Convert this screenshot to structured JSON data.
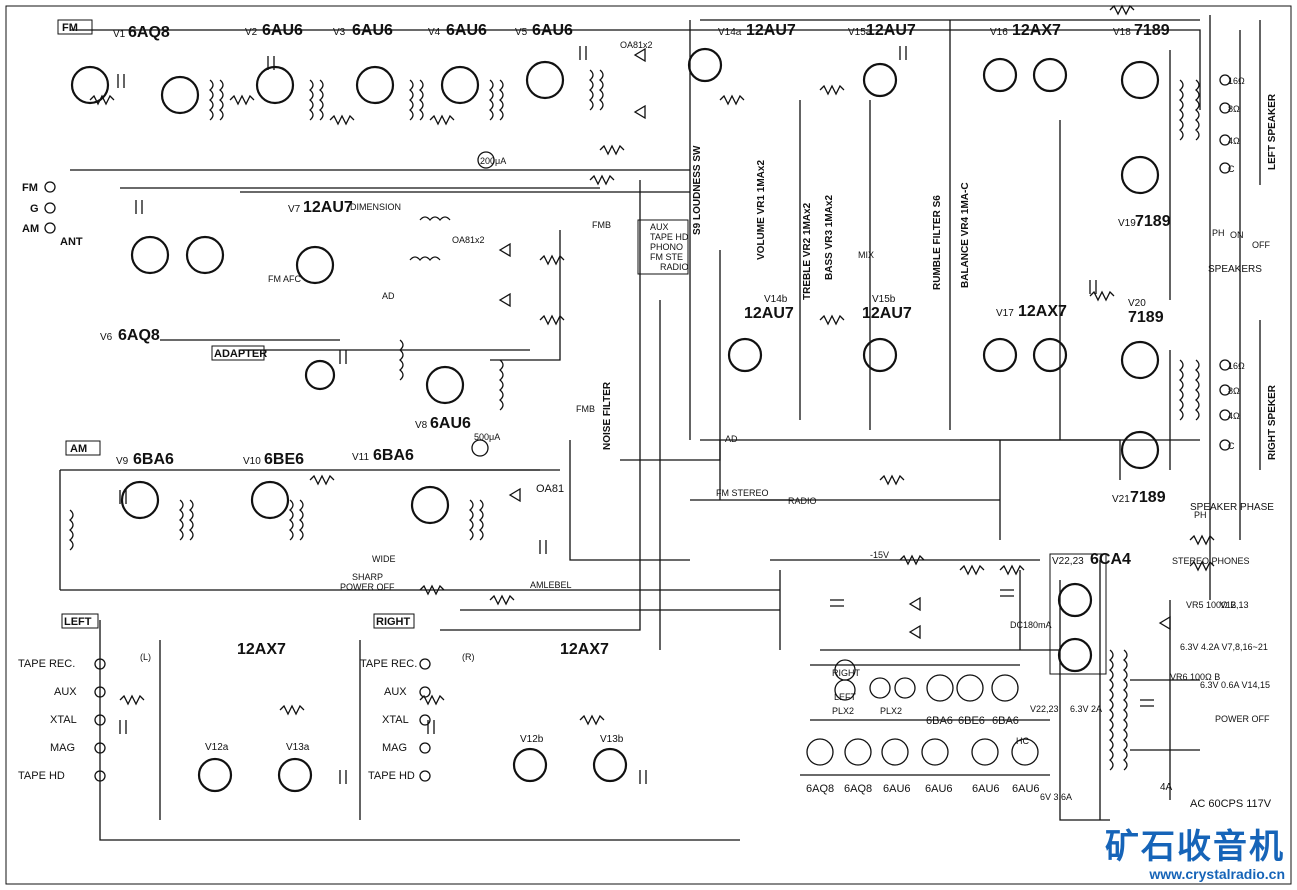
{
  "sections": {
    "fm": "FM",
    "am": "AM",
    "adapter": "ADAPTER",
    "left": "LEFT",
    "right": "RIGHT"
  },
  "tubes": [
    {
      "num": "V1",
      "type": "6AQ8"
    },
    {
      "num": "V2",
      "type": "6AU6"
    },
    {
      "num": "V3",
      "type": "6AU6"
    },
    {
      "num": "V4",
      "type": "6AU6"
    },
    {
      "num": "V5",
      "type": "6AU6"
    },
    {
      "num": "V6",
      "type": "6AQ8"
    },
    {
      "num": "V7",
      "type": "12AU7"
    },
    {
      "num": "V8",
      "type": "6AU6"
    },
    {
      "num": "V9",
      "type": "6BA6"
    },
    {
      "num": "V10",
      "type": "6BE6"
    },
    {
      "num": "V11",
      "type": "6BA6"
    },
    {
      "num": "V14a",
      "type": "12AU7"
    },
    {
      "num": "V15a",
      "type": "12AU7"
    },
    {
      "num": "V16",
      "type": "12AX7"
    },
    {
      "num": "V18",
      "type": "7189"
    },
    {
      "num": "V19",
      "type": "7189"
    },
    {
      "num": "V14b",
      "type": "12AU7"
    },
    {
      "num": "V15b",
      "type": "12AU7"
    },
    {
      "num": "V17",
      "type": "12AX7"
    },
    {
      "num": "V20",
      "type": "7189"
    },
    {
      "num": "V21",
      "type": "7189"
    },
    {
      "num": "V22,23",
      "type": "6CA4"
    },
    {
      "num": "",
      "type": "12AX7"
    },
    {
      "num": "",
      "type": "12AX7"
    }
  ],
  "labels": {
    "ant_fm": "FM",
    "ant_g": "G",
    "ant_am": "AM",
    "ant": "ANT",
    "oa81x2_top": "OA81x2",
    "oa81x2_mid": "OA81x2",
    "oa81": "OA81",
    "dimension": "DIMENSION",
    "fm_afc": "FM AFC",
    "ad": "AD",
    "fmb": "FMB",
    "noise_filter": "NOISE FILTER",
    "loudness_sw": "S9 LOUDNESS SW",
    "volume": "VOLUME VR1 1MAx2",
    "treble": "TREBLE VR2 1MAx2",
    "bass": "BASS VR3 1MAx2",
    "rumble": "RUMBLE FILTER S6",
    "balance": "BALANCE VR4 1MA-C",
    "left_speaker": "LEFT SPEAKER",
    "right_speaker": "RIGHT SPEKER",
    "speakers": "SPEAKERS",
    "speaker_phase": "SPEAKER PHASE",
    "stereo_phones": "STEREO PHONES",
    "fm_stereo": "FM STEREO",
    "radio": "RADIO",
    "sharp": "SHARP",
    "wide": "WIDE",
    "power_off": "POWER OFF",
    "amlebel": "AMLEBEL",
    "ac": "AC 60CPS 117V",
    "ac_sw": "POWER OFF",
    "mix": "MIX",
    "on": "ON",
    "off": "OFF",
    "ph": "PH",
    "dc": "DC180mA",
    "heater1": "6.3V 4.2A V7,8,16~21",
    "heater2": "6.3V 0.6A V14,15",
    "heater3": "6V 3.6A",
    "heater4": "6.3V 2A",
    "fuse": "4A",
    "minus15": "-15V",
    "m500ua": "500μA",
    "m200ua": "200μA",
    "v22_23": "V22,23",
    "plx2a": "PLX2",
    "plx2b": "PLX2",
    "left_lamp": "LEFT",
    "right_lamp": "RIGHT",
    "hc": "HC",
    "vr5": "VR5 100Ω B",
    "vr6": "VR6 100Ω B",
    "v12_13": "V12,13",
    "ohm16": "16Ω",
    "ohm8": "8Ω",
    "ohm4": "4Ω",
    "com": "C"
  },
  "inputs_left": [
    "TAPE REC.",
    "AUX",
    "XTAL",
    "MAG",
    "TAPE HD"
  ],
  "inputs_right": [
    "TAPE REC.",
    "AUX",
    "XTAL",
    "MAG",
    "TAPE HD"
  ],
  "input_ch_left": "(L)",
  "input_ch_right": "(R)",
  "preamp_tubes_left": [
    "V12a",
    "V13a"
  ],
  "preamp_tubes_right": [
    "V12b",
    "V13b"
  ],
  "lamp_row": [
    "6BA6",
    "6BE6",
    "6BA6"
  ],
  "lamp_row2": [
    "6AQ8",
    "6AQ8",
    "6AU6",
    "6AU6",
    "6AU6",
    "6AU6"
  ],
  "selectors": [
    "AUX",
    "TAPE HD",
    "PHONO",
    "FM STE",
    "RADIO"
  ],
  "watermark": {
    "cn": "矿石收音机",
    "url": "www.crystalradio.cn"
  }
}
